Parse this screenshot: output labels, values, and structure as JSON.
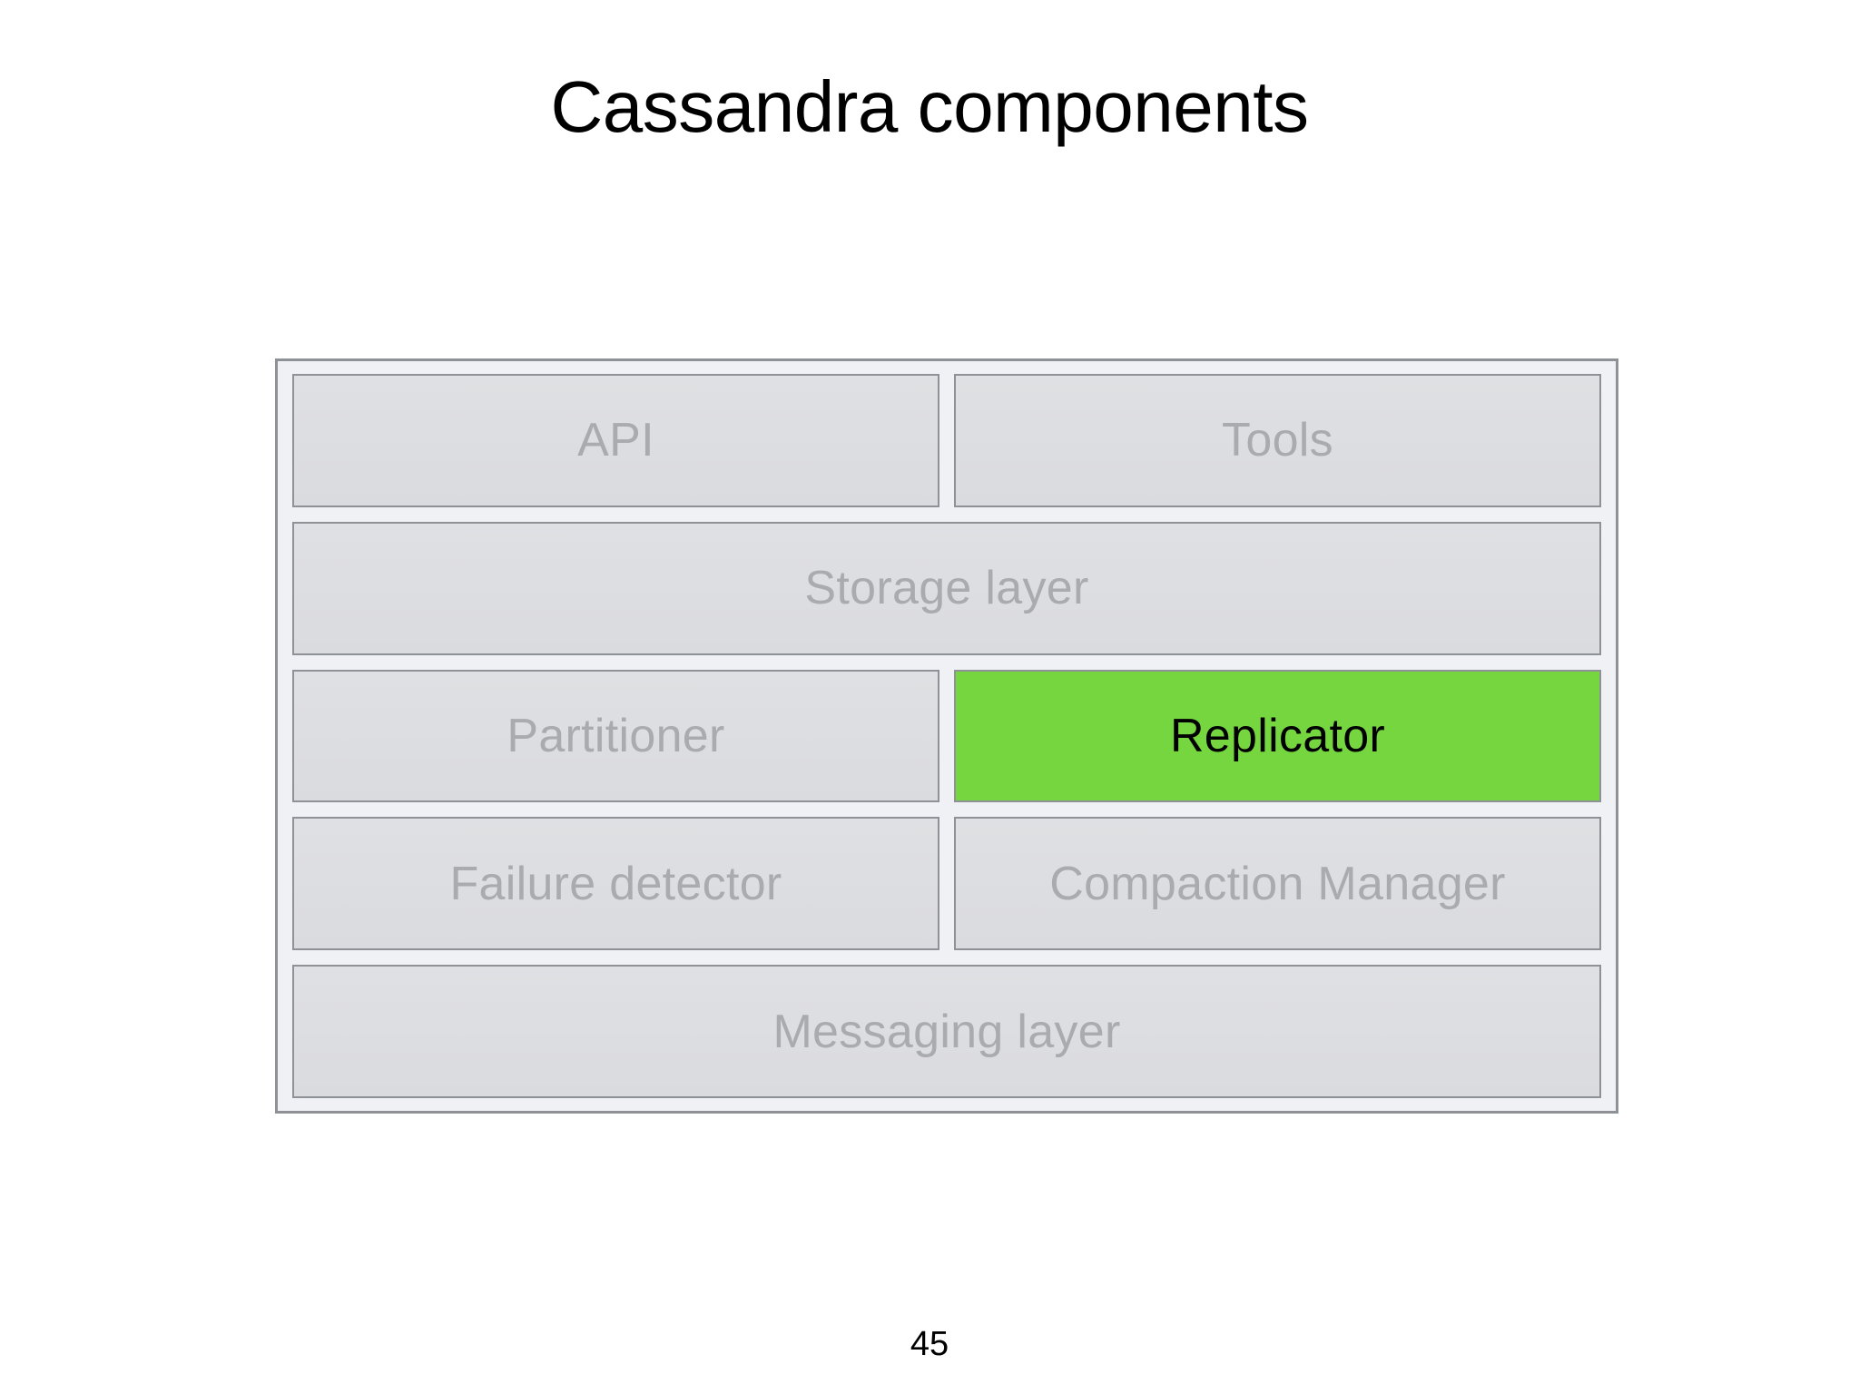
{
  "slide": {
    "title": "Cassandra components",
    "page_number": "45"
  },
  "colors": {
    "page_background": "#ffffff",
    "container_background": "#eff1f5",
    "container_border": "#8e9296",
    "box_fill": "#dcdde0",
    "box_border": "#8e9296",
    "box_text": "#a9abaf",
    "highlight_fill": "#76d63f",
    "highlight_text": "#000000",
    "title_text": "#000000"
  },
  "diagram": {
    "name": "cassandra-architecture-stack",
    "rows": [
      {
        "layout": "two-column",
        "boxes": [
          {
            "label": "API",
            "highlighted": false
          },
          {
            "label": "Tools",
            "highlighted": false
          }
        ]
      },
      {
        "layout": "full-width",
        "boxes": [
          {
            "label": "Storage layer",
            "highlighted": false
          }
        ]
      },
      {
        "layout": "two-column",
        "boxes": [
          {
            "label": "Partitioner",
            "highlighted": false
          },
          {
            "label": "Replicator",
            "highlighted": true
          }
        ]
      },
      {
        "layout": "two-column",
        "boxes": [
          {
            "label": "Failure detector",
            "highlighted": false
          },
          {
            "label": "Compaction Manager",
            "highlighted": false
          }
        ]
      },
      {
        "layout": "full-width",
        "boxes": [
          {
            "label": "Messaging layer",
            "highlighted": false
          }
        ]
      }
    ]
  }
}
